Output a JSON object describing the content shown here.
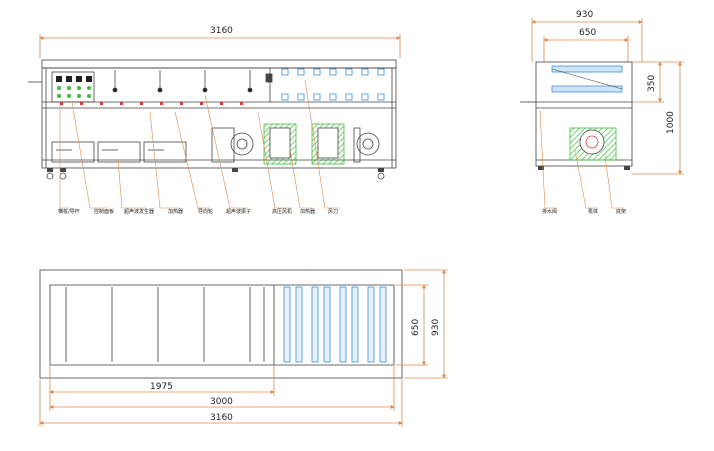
{
  "front_view": {
    "overall_width": "3160",
    "callouts": [
      "横桩/导杆",
      "控制面板",
      "超声波发生器",
      "加热器",
      "导向轮",
      "超声波振子",
      "高压风机",
      "加热器",
      "风刀"
    ]
  },
  "side_view": {
    "overall_width": "930",
    "inner_width": "650",
    "upper_height": "350",
    "overall_height": "1000",
    "callouts": [
      "排水阀",
      "泵体",
      "底架"
    ]
  },
  "top_view": {
    "depth_inner": "650",
    "depth_outer": "930",
    "length_section": "1975",
    "length_inner": "3000",
    "length_overall": "3160"
  },
  "colors": {
    "outline": "#444444",
    "dimension": "#e0894a",
    "blue_part": "#3f8fe0",
    "green_hatch": "#3dbf3d",
    "red_mark": "#e03030"
  }
}
